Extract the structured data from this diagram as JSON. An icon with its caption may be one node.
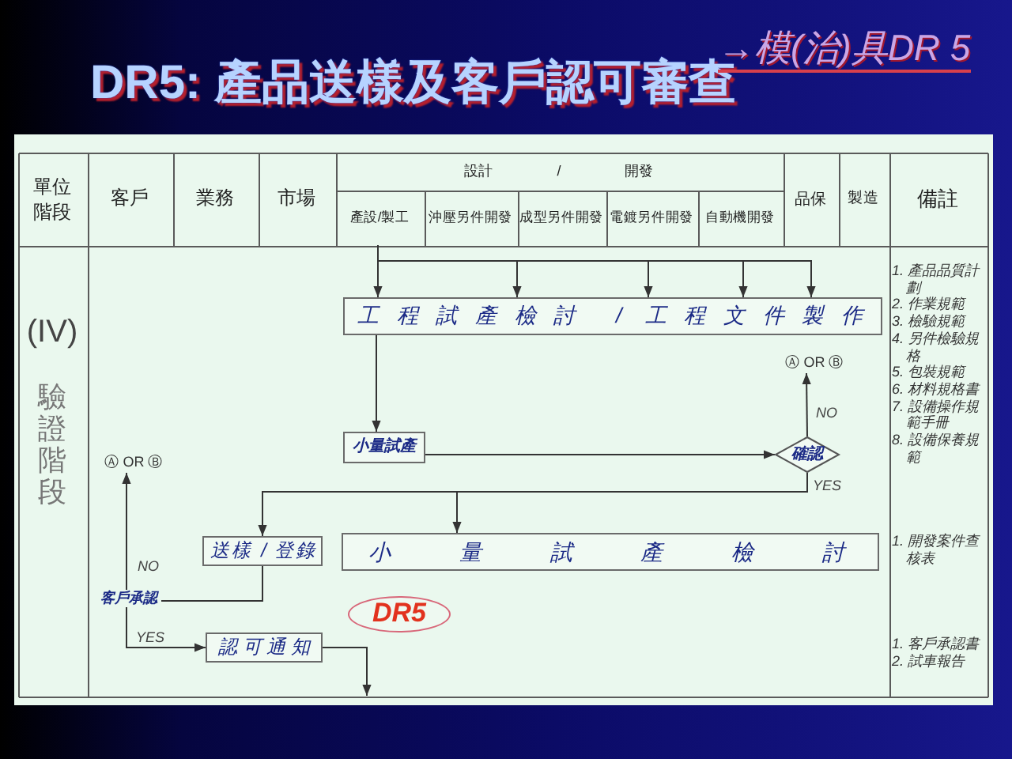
{
  "diagram": {
    "title": "DR5: 產品送樣及客戶認可審查",
    "nodes": [
      {
        "text": [
          "工程試產檢討 / 工程文件製作"
        ]
      },
      {
        "text": [
          "小量試產"
        ]
      },
      {
        "text": [
          "確認"
        ]
      },
      {
        "text": [
          "送樣 / 登錄"
        ]
      },
      {
        "text": [
          "小量試產檢討"
        ]
      },
      {
        "text": [
          "客戶承認"
        ]
      },
      {
        "text": [
          "認可通知"
        ]
      },
      {
        "text": [
          "DR5"
        ]
      },
      {
        "text": [
          "Ⓐ OR Ⓑ"
        ]
      },
      {
        "text": [
          "Ⓐ OR Ⓑ"
        ]
      }
    ],
    "edges": [
      {
        "from": null,
        "to": 0,
        "arrow": "to"
      },
      {
        "from": null,
        "to": 0,
        "arrow": "to"
      },
      {
        "from": null,
        "to": 0,
        "arrow": "to"
      },
      {
        "from": null,
        "to": 0,
        "arrow": "to"
      },
      {
        "from": null,
        "to": 0,
        "arrow": "to"
      },
      {
        "from": 0,
        "to": 1,
        "arrow": "to"
      },
      {
        "from": 1,
        "to": 2,
        "arrow": "to"
      },
      {
        "from": 2,
        "to": 8,
        "arrow": "to",
        "label": "NO"
      },
      {
        "from": 2,
        "to": 3,
        "arrow": "to",
        "label": "YES"
      },
      {
        "from": 2,
        "to": 4,
        "arrow": "to"
      },
      {
        "from": 3,
        "to": 5,
        "arrow": "none"
      },
      {
        "from": 5,
        "to": 9,
        "arrow": "to",
        "label": "NO"
      },
      {
        "from": 5,
        "to": 6,
        "arrow": "to",
        "label": "YES"
      },
      {
        "from": 6,
        "to": null,
        "arrow": "to"
      }
    ],
    "labels": [
      "→模(治)具DR 5",
      "單位階段",
      "客戶",
      "業務",
      "市場",
      "設計 / 開發",
      "品保",
      "製造",
      "備註",
      "產設/製工",
      "沖壓另件開發",
      "成型另件開發",
      "電鍍另件開發",
      "自動機開發",
      "(IV)",
      "驗證階段",
      "1. 產品品質計劃",
      "2. 作業規範",
      "3. 檢驗規範",
      "4. 另件檢驗規格",
      "5. 包裝規範",
      "6. 材料規格書",
      "7. 設備操作規範手冊",
      "8. 設備保養規範",
      "1. 開發案件查核表",
      "1. 客戶承認書",
      "2. 試車報告"
    ]
  }
}
